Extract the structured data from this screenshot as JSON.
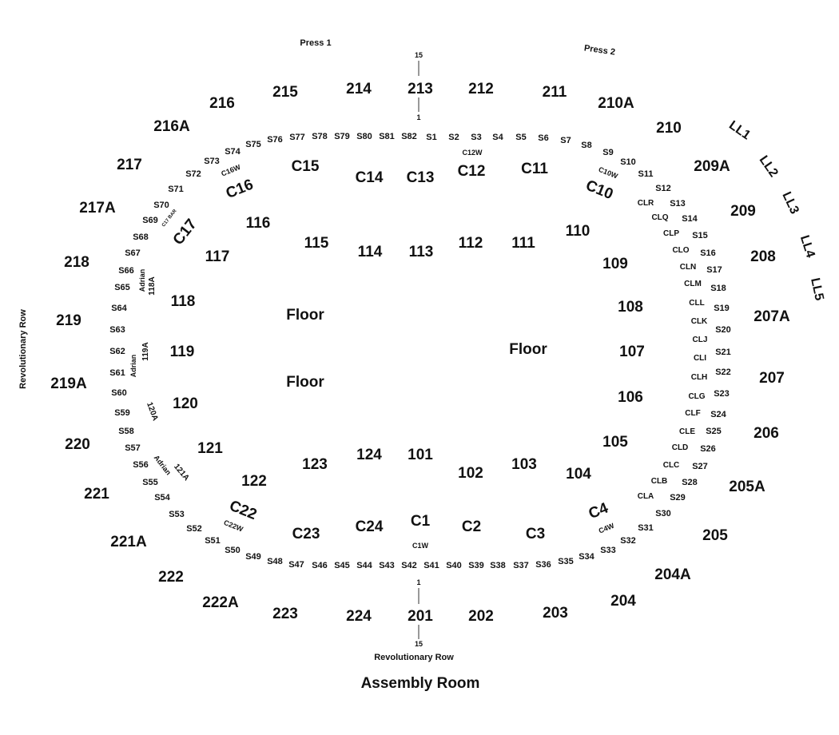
{
  "map": {
    "title": "Assembly Room",
    "press1": "Press 1",
    "press2": "Press 2",
    "revolutionary_left": "Revolutionary Row",
    "revolutionary_bottom": "Revolutionary Row",
    "row_top_15": "15",
    "row_top_1": "1",
    "row_bottom_1": "1",
    "row_bottom_15": "15",
    "floor_labels": [
      "Floor",
      "Floor",
      "Floor"
    ]
  },
  "sections": {
    "upper": [
      "216",
      "215",
      "214",
      "213",
      "212",
      "211",
      "210A",
      "210",
      "209A",
      "209",
      "208",
      "207A",
      "207",
      "206",
      "205A",
      "205",
      "204A",
      "204",
      "203",
      "202",
      "201",
      "224",
      "223",
      "222A",
      "222",
      "221A",
      "221",
      "220",
      "219A",
      "219",
      "218",
      "217A",
      "217",
      "216A"
    ],
    "lower": [
      "116",
      "117",
      "115",
      "114",
      "113",
      "112",
      "111",
      "110",
      "109",
      "108",
      "107",
      "106",
      "105",
      "104",
      "103",
      "102",
      "101",
      "124",
      "123",
      "122",
      "121",
      "120",
      "119",
      "118"
    ],
    "club": [
      "C15",
      "C14",
      "C13",
      "C12",
      "C11",
      "C10",
      "C16",
      "C17",
      "C22",
      "C23",
      "C24",
      "C1",
      "C2",
      "C3",
      "C4"
    ],
    "club_small": [
      "C12W",
      "C10W",
      "C16W",
      "C22W",
      "C1W",
      "C4W",
      "C17 BAR"
    ],
    "suites": [
      "S1",
      "S2",
      "S3",
      "S4",
      "S5",
      "S6",
      "S7",
      "S8",
      "S9",
      "S10",
      "S11",
      "S12",
      "S13",
      "S14",
      "S15",
      "S16",
      "S17",
      "S18",
      "S19",
      "S20",
      "S21",
      "S22",
      "S23",
      "S24",
      "S25",
      "S26",
      "S27",
      "S28",
      "S29",
      "S30",
      "S31",
      "S32",
      "S33",
      "S34",
      "S35",
      "S36",
      "S37",
      "S38",
      "S39",
      "S40",
      "S41",
      "S42",
      "S43",
      "S44",
      "S45",
      "S46",
      "S47",
      "S48",
      "S49",
      "S50",
      "S51",
      "S52",
      "S53",
      "S54",
      "S55",
      "S56",
      "S57",
      "S58",
      "S59",
      "S60",
      "S61",
      "S62",
      "S63",
      "S64",
      "S65",
      "S66",
      "S67",
      "S68",
      "S69",
      "S70",
      "S71",
      "S72",
      "S73",
      "S74",
      "S75",
      "S76",
      "S77",
      "S78",
      "S79",
      "S80",
      "S81",
      "S82"
    ],
    "club_rows": [
      "CLR",
      "CLQ",
      "CLP",
      "CLO",
      "CLN",
      "CLM",
      "CLL",
      "CLK",
      "CLJ",
      "CLI",
      "CLH",
      "CLG",
      "CLF",
      "CLE",
      "CLD",
      "CLC",
      "CLB",
      "CLA"
    ],
    "ll": [
      "LL1",
      "LL2",
      "LL3",
      "LL4",
      "LL5"
    ],
    "adrian": [
      "Adrian",
      "Adrian",
      "Adrian"
    ],
    "adrian_sections": [
      "118A",
      "119A",
      "120A",
      "121A"
    ]
  }
}
